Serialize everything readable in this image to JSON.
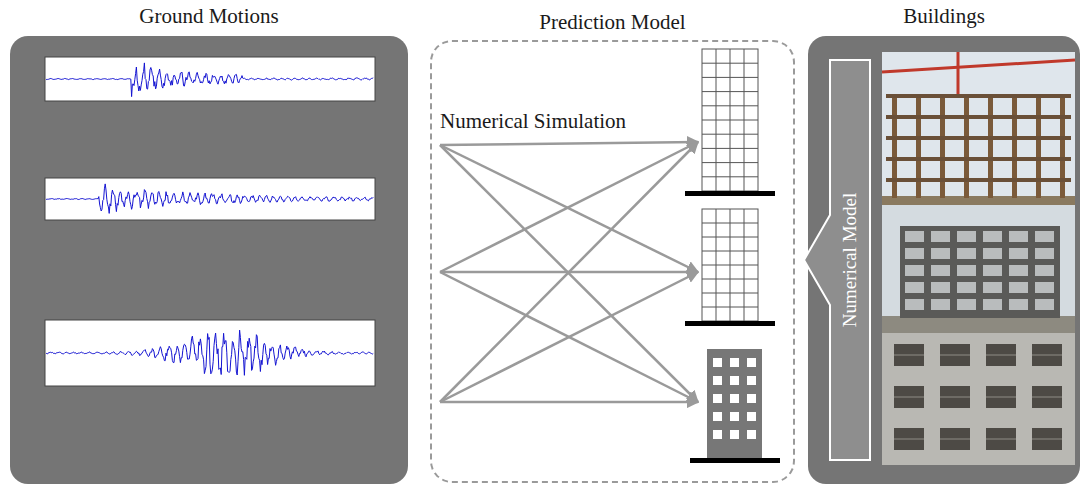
{
  "diagram": {
    "nodes": [
      {
        "text": [
          "Ground Motions"
        ]
      },
      {
        "text": [
          "Prediction Model",
          "Numerical Simulation"
        ]
      },
      {
        "text": [
          "Buildings"
        ]
      },
      {
        "text": [
          "Numerical Model"
        ],
        "in": 2
      }
    ]
  }
}
